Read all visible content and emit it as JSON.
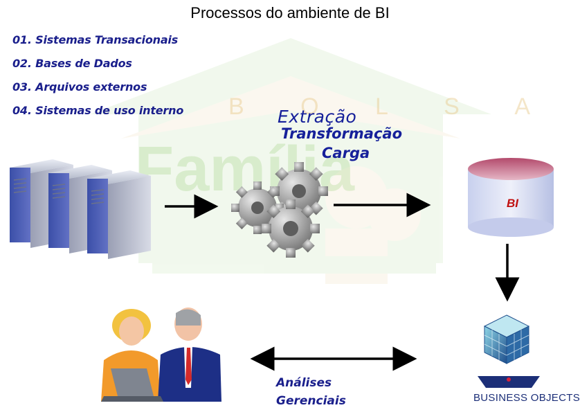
{
  "title": "Processos do ambiente de BI",
  "sources": [
    "01. Sistemas Transacionais",
    "02. Bases de Dados",
    "03. Arquivos externos",
    "04. Sistemas de uso interno"
  ],
  "etl": {
    "extract": "Extração",
    "transform": "Transformação",
    "load": "Carga"
  },
  "database": {
    "label": "BI"
  },
  "analysis": {
    "line1": "Análises",
    "line2": "Gerenciais"
  },
  "vendor": {
    "name": "BUSINESS OBJECTS®"
  },
  "watermark": {
    "letters": "B O L S A",
    "word": "Família"
  },
  "colors": {
    "text_blue": "#1a1f8c",
    "db_red": "#c01010",
    "watermark_green": "#9bd07a"
  }
}
